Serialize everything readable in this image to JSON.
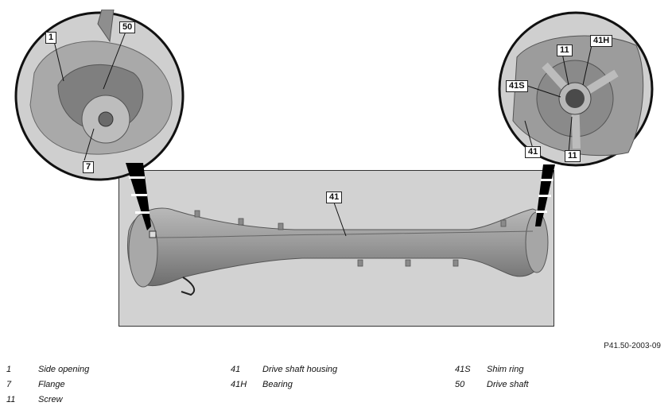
{
  "figure": {
    "code": "P41.50-2003-09",
    "callouts": {
      "left_1": "1",
      "left_50": "50",
      "left_7": "7",
      "main_41": "41",
      "right_41H": "41H",
      "right_11a": "11",
      "right_41S": "41S",
      "right_41": "41",
      "right_11b": "11"
    }
  },
  "legend": [
    {
      "number": "1",
      "text": "Side opening"
    },
    {
      "number": "7",
      "text": "Flange"
    },
    {
      "number": "11",
      "text": "Screw"
    },
    {
      "number": "41",
      "text": "Drive shaft housing"
    },
    {
      "number": "41H",
      "text": "Bearing"
    },
    {
      "number": "41S",
      "text": "Shim ring"
    },
    {
      "number": "50",
      "text": "Drive shaft"
    }
  ]
}
